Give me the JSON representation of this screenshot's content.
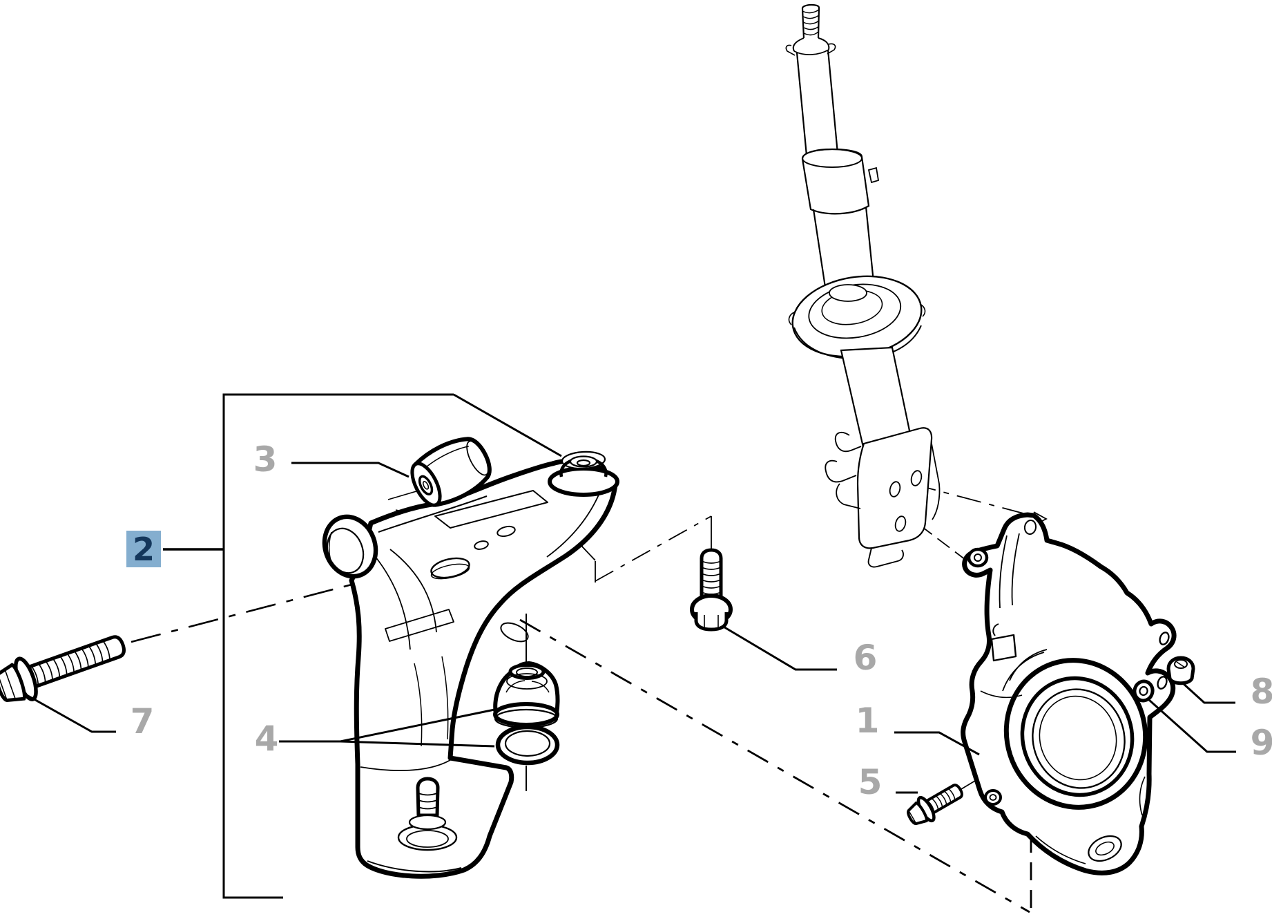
{
  "diagram": {
    "kind": "exploded-parts-line-drawing",
    "highlighted_callout": "2"
  },
  "callouts": [
    {
      "number": "1",
      "highlighted": false
    },
    {
      "number": "2",
      "highlighted": true
    },
    {
      "number": "3",
      "highlighted": false
    },
    {
      "number": "4",
      "highlighted": false
    },
    {
      "number": "5",
      "highlighted": false
    },
    {
      "number": "6",
      "highlighted": false
    },
    {
      "number": "7",
      "highlighted": false
    },
    {
      "number": "8",
      "highlighted": false
    },
    {
      "number": "9",
      "highlighted": false
    }
  ],
  "colors": {
    "background": "#ffffff",
    "line": "#000000",
    "callout_gray": "#a8a8a8",
    "badge_background": "#84aecf",
    "badge_text": "#14375c"
  }
}
